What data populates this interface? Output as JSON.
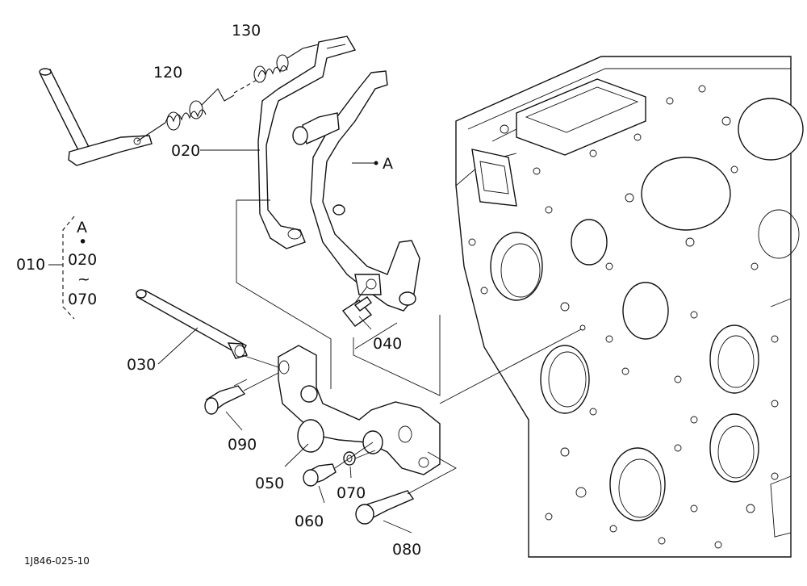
{
  "callouts": {
    "c130": "130",
    "c120": "120",
    "c020": "020",
    "cA": "A",
    "c010": "010",
    "c030": "030",
    "c040": "040",
    "c090": "090",
    "c050": "050",
    "c070": "070",
    "c060": "060",
    "c080": "080"
  },
  "group_bracket": {
    "line1": "A",
    "line2": "•",
    "line3": "020",
    "line4": "~",
    "line5": "070"
  },
  "figure_code": "1J846-025-10"
}
